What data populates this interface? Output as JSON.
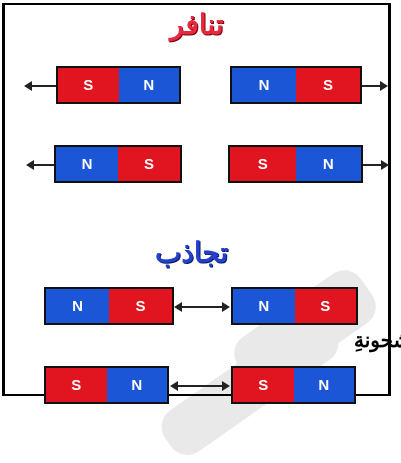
{
  "titles": {
    "repel": "تنافر",
    "attract": "تجاذب"
  },
  "side_text": "شحونةِ",
  "poles": {
    "south": "S",
    "north": "N"
  },
  "colors": {
    "south_pole": "#e1151f",
    "north_pole": "#1a56d6",
    "repel_title": "#e6293f",
    "attract_title": "#2440c8"
  }
}
